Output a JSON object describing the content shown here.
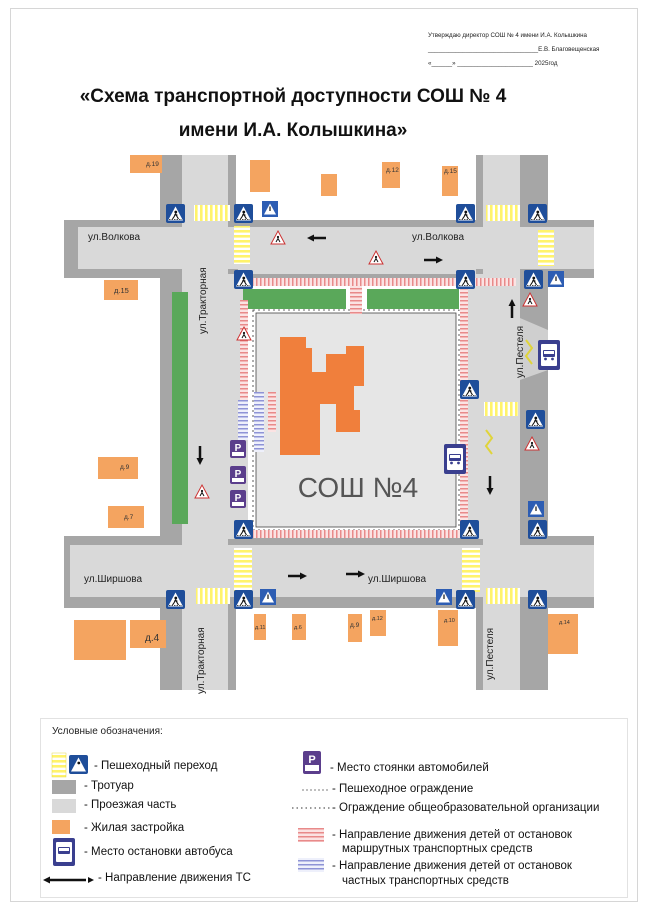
{
  "approval": {
    "line1": "Утверждаю директор СОШ № 4 имени И.А. Колышкина",
    "line2": "________________________________Е.В. Благовещенская",
    "line3": "«______» ______________________ 2025год"
  },
  "title": {
    "line1": "«Схема транспортной доступности СОШ № 4",
    "line2": "имени И.А. Колышкина»"
  },
  "map": {
    "school_label": "СОШ №4",
    "streets": {
      "volkova_left": "ул.Волкова",
      "volkova_right": "ул.Волкова",
      "shirshova_left": "ул.Ширшова",
      "shirshova_right": "ул.Ширшова",
      "traktornaya_top": "ул.Тракторная",
      "traktornaya_bottom": "ул.Тракторная",
      "pestelya_top": "ул.Пестеля",
      "pestelya_bottom": "ул.Пестеля"
    },
    "houses": {
      "h19": "д.19",
      "h12": "д.12",
      "h15a": "д.15",
      "h15b": "д.15",
      "h9a": "д.9",
      "h7": "д.7",
      "h4": "д.4",
      "h11": "д.11",
      "h6": "д.6",
      "h9b": "д.9",
      "h12b": "д.12",
      "h10": "д.10",
      "h14": "д.14"
    },
    "parking_letter": "P",
    "colors": {
      "road": "#d9d9d9",
      "sidewalk": "#a6a6a6",
      "housing": "#f4a460",
      "school": "#f07f3c",
      "green": "#5aa85a",
      "crossing": "#fff36b",
      "sign_blue": "#1f4e9a",
      "bus_sign": "#3a3f8f",
      "parking": "#5b3e8c"
    }
  },
  "legend": {
    "title": "Условные обозначения:",
    "items": {
      "crossing": "- Пешеходный переход",
      "sidewalk": "- Тротуар",
      "roadway": "- Проезжая часть",
      "housing": "- Жилая застройка",
      "bus_stop": "- Место остановки автобуса",
      "traffic": "-  Направление движения ТС",
      "parking": "- Место стоянки автомобилей",
      "ped_fence": "- Пешеходное ограждение",
      "school_fence": "- Ограждение общеобразовательной организации",
      "route_public_1": "- Направление движения детей от остановок",
      "route_public_2": "маршрутных транспортных средств",
      "route_private_1": "- Направление движения детей от остановок",
      "route_private_2": "частных транспортных средств"
    }
  }
}
